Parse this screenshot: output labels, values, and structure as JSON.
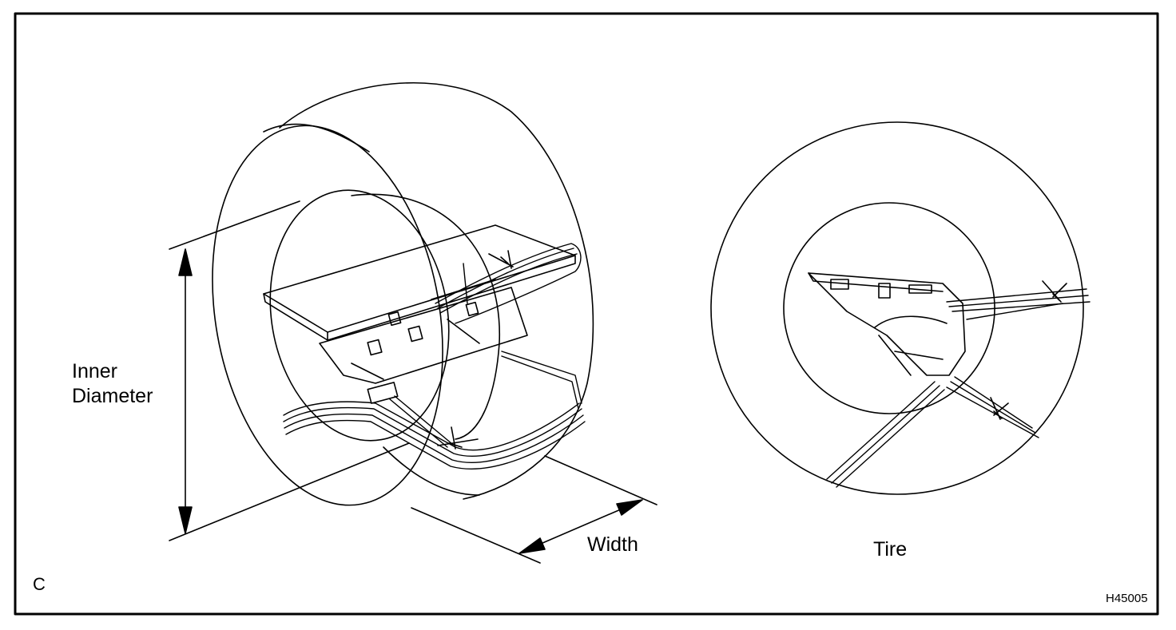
{
  "labels": {
    "inner_diameter_line1": "Inner",
    "inner_diameter_line2": "Diameter",
    "width": "Width",
    "tire": "Tire",
    "panel_letter": "C",
    "figure_code": "H45005"
  },
  "colors": {
    "line": "#000000",
    "background": "#ffffff"
  }
}
